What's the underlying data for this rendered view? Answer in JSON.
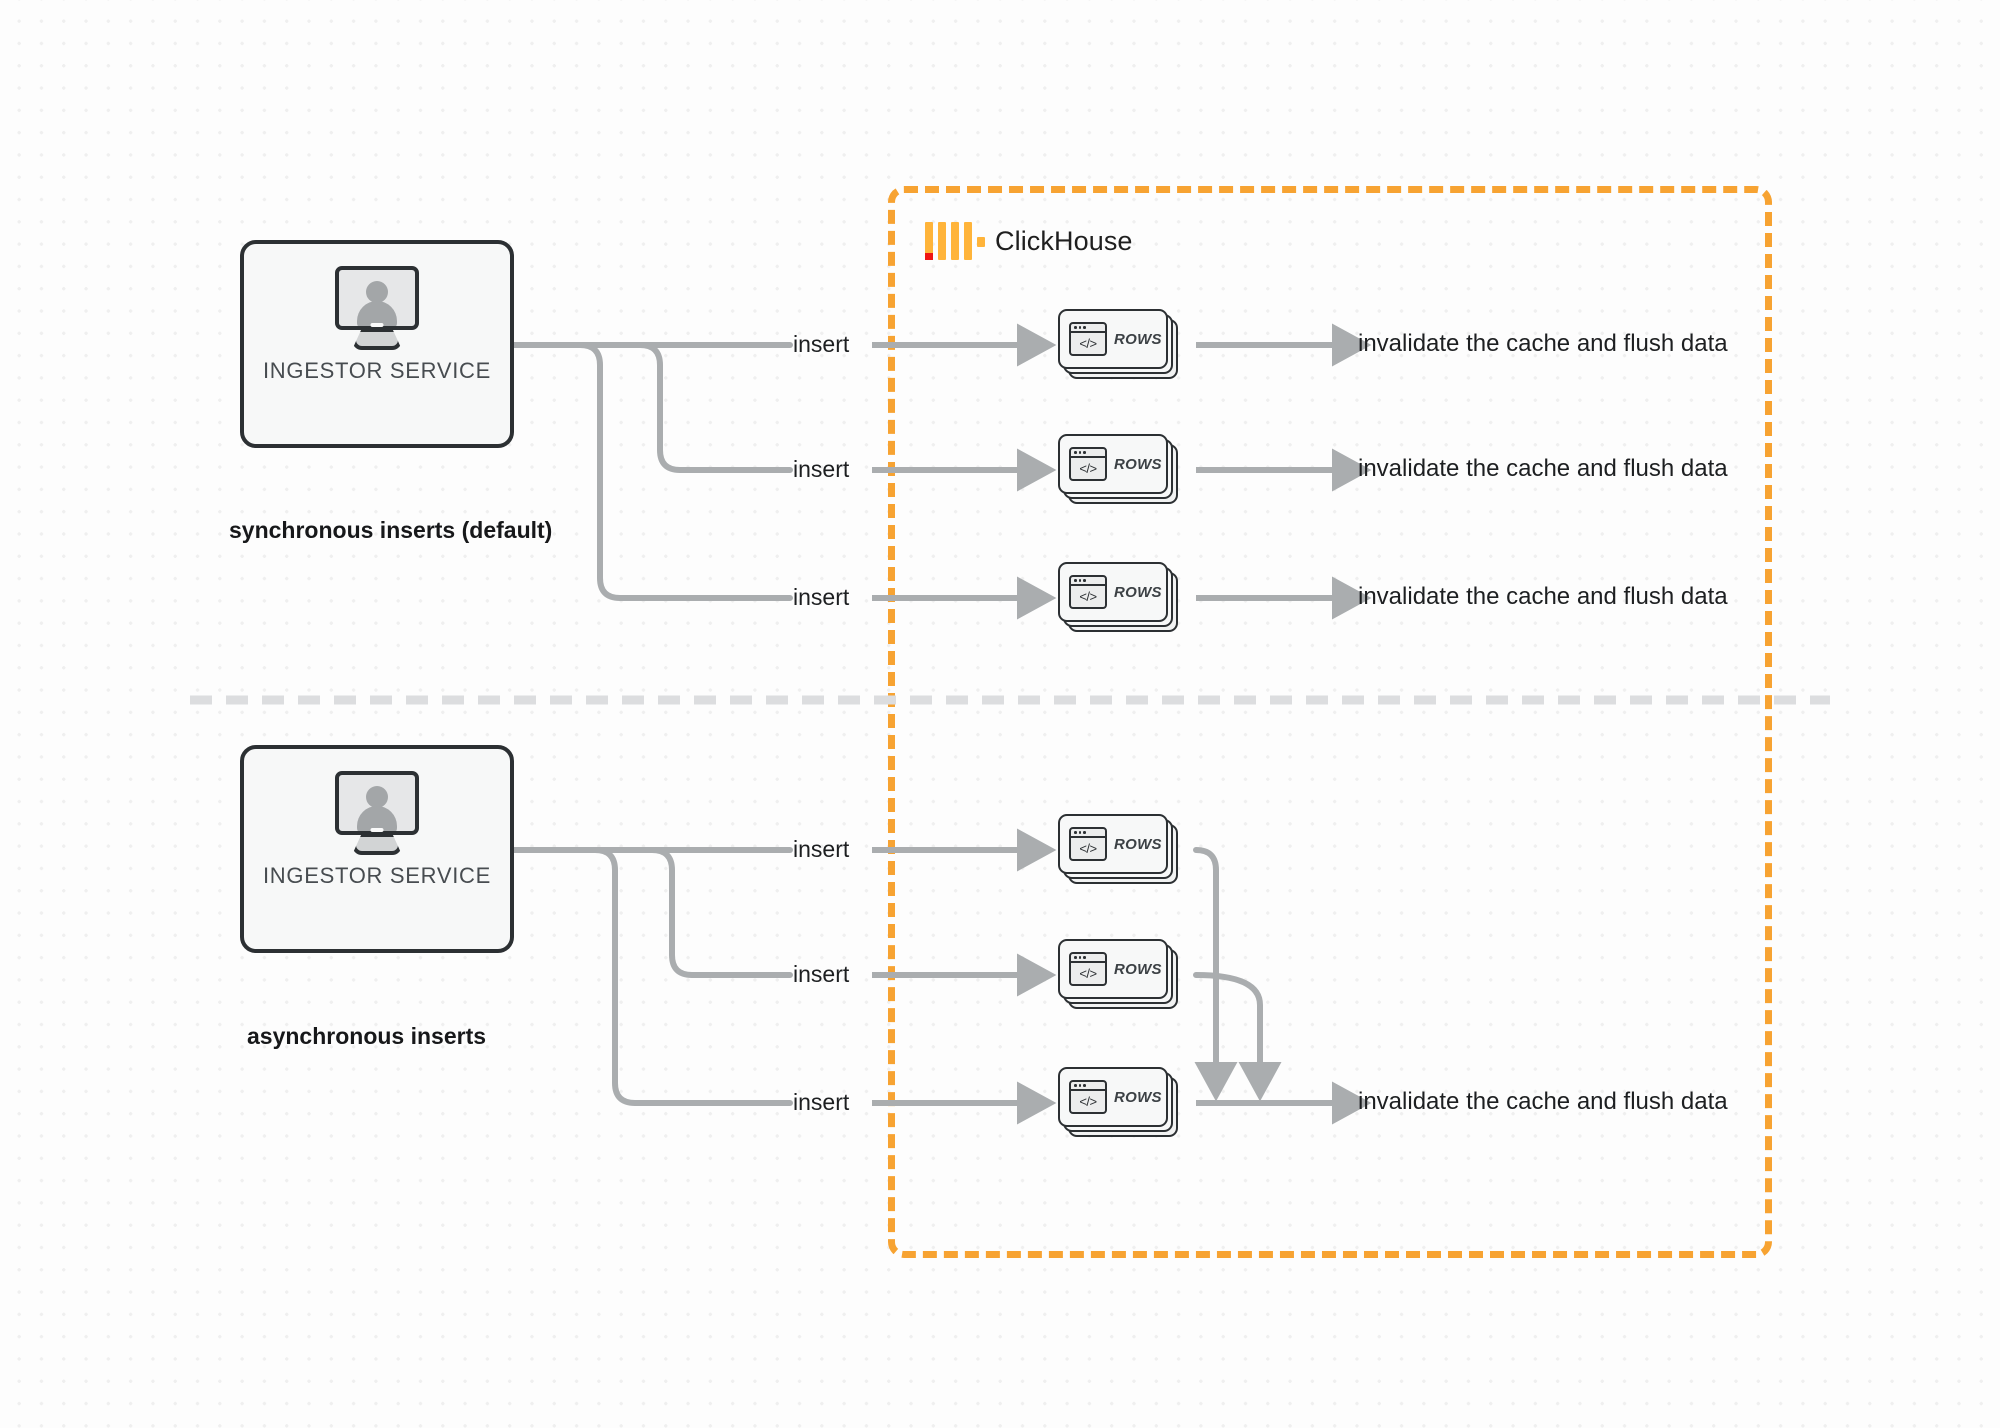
{
  "diagram": {
    "title": "ClickHouse synchronous vs asynchronous inserts",
    "background_color": "#fdfdfd",
    "accent_color": "#f7a332",
    "line_color": "#aaadaf",
    "dark_color": "#2c3033"
  },
  "clickhouse": {
    "name": "ClickHouse",
    "logo_icon": "clickhouse-logo-icon",
    "border_color": "#f7a332",
    "border_style": "dashed"
  },
  "sections": [
    {
      "id": "sync",
      "caption": "synchronous inserts (default)",
      "service": {
        "label": "INGESTOR SERVICE",
        "icon": "monitor-user-icon"
      },
      "rows": [
        {
          "insert_label": "insert",
          "card_label": "ROWS",
          "card_icon": "code-window-icon",
          "outcome": "invalidate the cache and flush data"
        },
        {
          "insert_label": "insert",
          "card_label": "ROWS",
          "card_icon": "code-window-icon",
          "outcome": "invalidate the cache and flush data"
        },
        {
          "insert_label": "insert",
          "card_label": "ROWS",
          "card_icon": "code-window-icon",
          "outcome": "invalidate the cache and flush data"
        }
      ]
    },
    {
      "id": "async",
      "caption": "asynchronous inserts",
      "service": {
        "label": "INGESTOR SERVICE",
        "icon": "monitor-user-icon"
      },
      "rows": [
        {
          "insert_label": "insert",
          "card_label": "ROWS",
          "card_icon": "code-window-icon"
        },
        {
          "insert_label": "insert",
          "card_label": "ROWS",
          "card_icon": "code-window-icon"
        },
        {
          "insert_label": "insert",
          "card_label": "ROWS",
          "card_icon": "code-window-icon"
        }
      ],
      "outcome": "invalidate the cache and flush data"
    }
  ]
}
